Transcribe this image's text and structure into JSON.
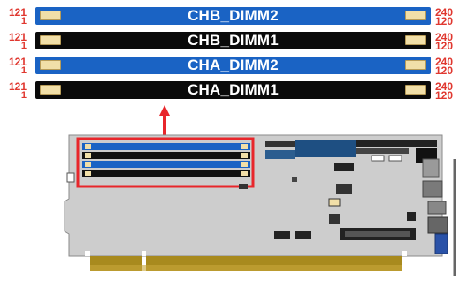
{
  "slots": [
    {
      "name": "CHB_DIMM2",
      "pin_left_top": "121",
      "pin_left_bottom": "1",
      "pin_right_top": "240",
      "pin_right_bottom": "120",
      "color": "#1a63c4"
    },
    {
      "name": "CHB_DIMM1",
      "pin_left_top": "121",
      "pin_left_bottom": "1",
      "pin_right_top": "240",
      "pin_right_bottom": "120",
      "color": "#0a0a0a"
    },
    {
      "name": "CHA_DIMM2",
      "pin_left_top": "121",
      "pin_left_bottom": "1",
      "pin_right_top": "240",
      "pin_right_bottom": "120",
      "color": "#1a63c4"
    },
    {
      "name": "CHA_DIMM1",
      "pin_left_top": "121",
      "pin_left_bottom": "1",
      "pin_right_top": "240",
      "pin_right_bottom": "120",
      "color": "#0a0a0a"
    }
  ],
  "colors": {
    "highlight": "#e8262b",
    "pin_label": "#e03830",
    "board": "#c9c9c9",
    "latch": "#f1dfa8"
  }
}
